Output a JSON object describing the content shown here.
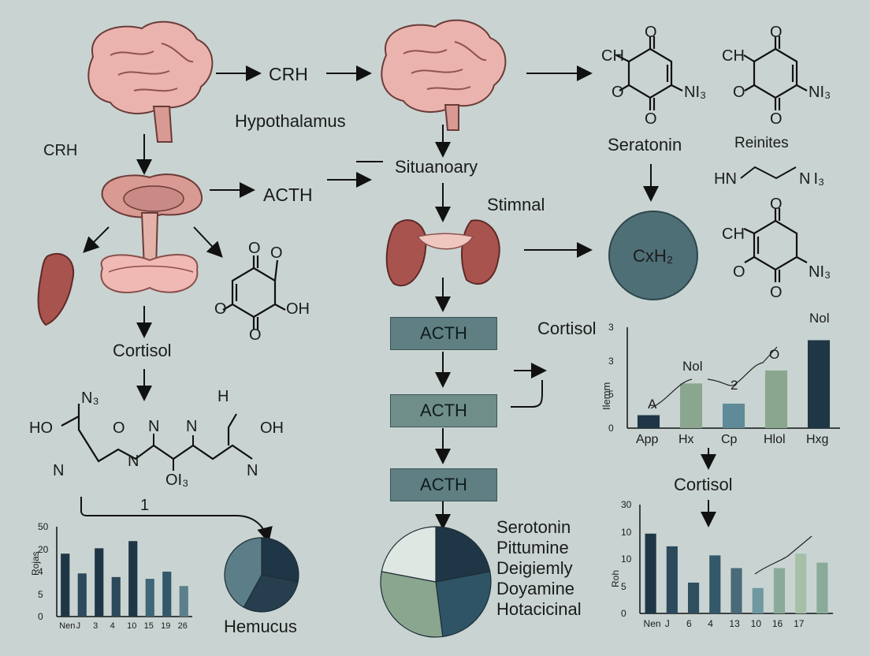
{
  "labels": {
    "crh_top": "CRH",
    "crh_left": "CRH",
    "hypothalamus": "Hypothalamus",
    "acth_arrow": "ACTH",
    "situanoary": "Situanoary",
    "stimnal": "Stimnal",
    "cortisol_left": "Cortisol",
    "cortisol_mid": "Cortisol",
    "cortisol_right": "Cortisol",
    "seratonin": "Seratonin",
    "reinites": "Reinites",
    "circle_label": "CxH₂",
    "hemucus": "Hemucus",
    "arrow_number": "1"
  },
  "boxes": [
    "ACTH",
    "ACTH",
    "ACTH"
  ],
  "chem": {
    "ch": "CH",
    "o": "O",
    "ni3": "NI₃",
    "n3": "N₃",
    "oi3": "OI₃",
    "ho": "HO",
    "oh": "OH",
    "n": "N",
    "h": "H",
    "hn": "HN",
    "ni3b": "N I₃"
  },
  "pie_legend": [
    "Serotonin",
    "Pittumine",
    "Deigiemly",
    "Doyamine",
    "Hotacicinal"
  ],
  "colors": {
    "bg": "#c9d4d2",
    "dark": "#1f3646",
    "mid": "#4a6a7a",
    "teal": "#5f7f82",
    "sage": "#8ba68f",
    "pale": "#dfe7e3"
  },
  "chart_data": [
    {
      "type": "bar",
      "ylabel": "Rojas",
      "categories": [
        "Nen",
        "J",
        "3",
        "4",
        "10",
        "15",
        "19",
        "26"
      ],
      "values": [
        35,
        24,
        38,
        22,
        42,
        21,
        25,
        17
      ],
      "yticks": [
        "50",
        "20",
        "4",
        "5",
        "0"
      ],
      "ylim": [
        0,
        50
      ]
    },
    {
      "type": "bar",
      "ylabel": "Ilemm",
      "categories": [
        "App",
        "Hx",
        "Cp",
        "Hlol",
        "Hxg"
      ],
      "values": [
        0.9,
        3.1,
        1.7,
        4.0,
        6.1
      ],
      "yticks": [
        "3",
        "3",
        "5",
        "0"
      ],
      "annotations": [
        "A",
        "Nol",
        "2",
        "O",
        "Nol"
      ],
      "ylim": [
        0,
        7
      ]
    },
    {
      "type": "bar",
      "ylabel": "Roh",
      "categories": [
        "Nen",
        "J",
        "6",
        "4",
        "13",
        "10",
        "16",
        "17"
      ],
      "values": [
        22,
        18.5,
        8.5,
        16,
        12.5,
        7,
        12.5,
        16.5,
        14
      ],
      "yticks": [
        "30",
        "10",
        "10",
        "5",
        "0"
      ],
      "ylim": [
        0,
        30
      ]
    },
    {
      "type": "pie",
      "values": [
        28,
        30,
        42
      ]
    },
    {
      "type": "pie",
      "values": [
        22,
        26,
        30,
        22
      ]
    }
  ]
}
